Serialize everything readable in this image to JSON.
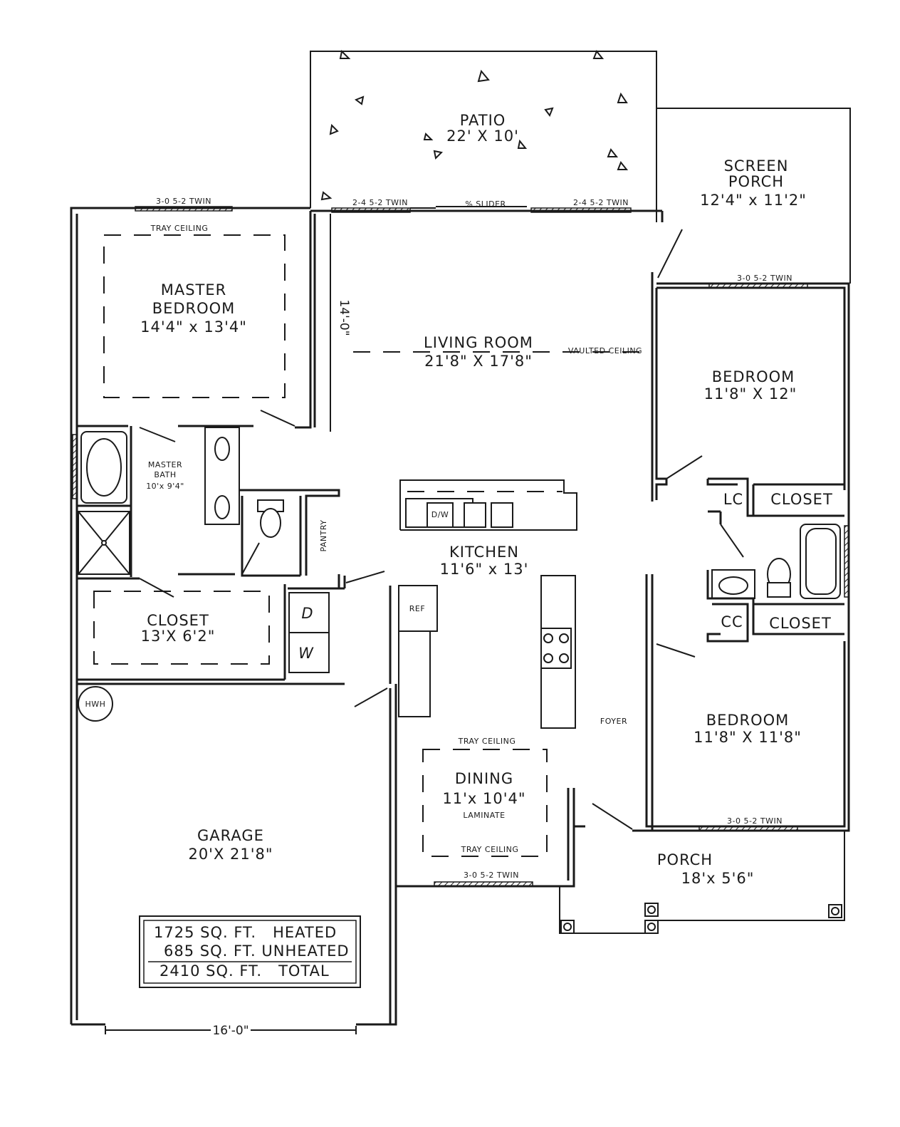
{
  "rooms": {
    "patio": {
      "name": "PATIO",
      "dims": "22' X 10'"
    },
    "screen_porch": {
      "name_line1": "SCREEN",
      "name_line2": "PORCH",
      "dims": "12'4\" x 11'2\""
    },
    "master_bedroom": {
      "name_line1": "MASTER",
      "name_line2": "BEDROOM",
      "dims": "14'4\" x 13'4\"",
      "ceiling": "TRAY CEILING"
    },
    "living_room": {
      "name": "LIVING ROOM",
      "dims": "21'8\" X 17'8\"",
      "ceiling": "VAULTED CEILING"
    },
    "bedroom_2": {
      "name": "BEDROOM",
      "dims": "11'8\" X 12\""
    },
    "master_bath": {
      "name_line1": "MASTER",
      "name_line2": "BATH",
      "dims": "10'x 9'4\""
    },
    "kitchen": {
      "name": "KITCHEN",
      "dims": "11'6\" x 13'"
    },
    "pantry": {
      "name": "PANTRY"
    },
    "closet_master": {
      "name": "CLOSET",
      "dims": "13'X 6'2\""
    },
    "closet_a": {
      "name": "CLOSET"
    },
    "closet_b": {
      "name": "CLOSET"
    },
    "lc": {
      "name": "LC"
    },
    "cc": {
      "name": "CC"
    },
    "bedroom_3": {
      "name": "BEDROOM",
      "dims": "11'8\" X 11'8\""
    },
    "foyer": {
      "name": "FOYER"
    },
    "dining": {
      "name": "DINING",
      "dims": "11'x 10'4\"",
      "floor": "LAMINATE",
      "ceiling_top": "TRAY CEILING",
      "ceiling_bottom": "TRAY CEILING"
    },
    "garage": {
      "name": "GARAGE",
      "dims": "20'X 21'8\"",
      "width": "16'-0\""
    },
    "porch": {
      "name": "PORCH",
      "dims": "18'x 5'6\""
    }
  },
  "windows": {
    "master_top": "3-0 5-2 TWIN",
    "patio_left": "2-4 5-2 TWIN",
    "patio_slider": "% SLIDER",
    "patio_right": "2-4 5-2 TWIN",
    "bedroom2_top": "3-0 5-2 TWIN",
    "bedroom3_bottom": "3-0 5-2 TWIN",
    "dining_bottom": "3-0 5-2 TWIN"
  },
  "dimension_labels": {
    "master_width": "14'-0\""
  },
  "fixtures": {
    "dishwasher": "D/W",
    "refrigerator": "REF",
    "dryer": "D",
    "washer": "W",
    "water_heater": "HWH"
  },
  "area_summary": {
    "heated": "1725 SQ. FT.   HEATED",
    "unheated": "685 SQ. FT. UNHEATED",
    "total": "2410 SQ. FT.   TOTAL"
  }
}
